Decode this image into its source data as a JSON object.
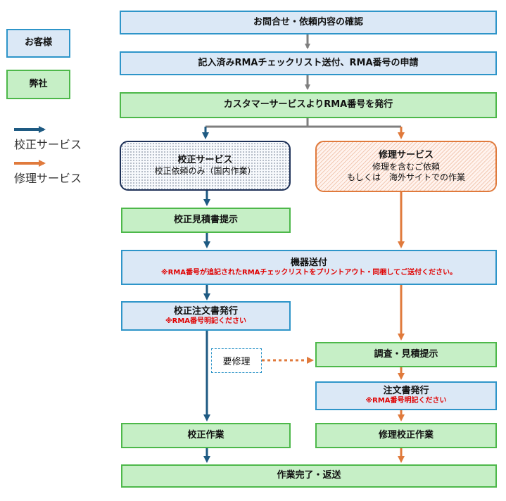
{
  "legend": {
    "customer": "お客様",
    "company": "弊社",
    "calibration_service": "校正サービス",
    "repair_service": "修理サービス"
  },
  "steps": {
    "confirm": "お問合せ・依頼内容の確認",
    "send_checklist": "記入済みRMAチェックリスト送付、RMA番号の申請",
    "issue_rma": "カスタマーサービスよりRMA番号を発行",
    "cal_service_title": "校正サービス",
    "cal_service_desc": "校正依頼のみ（国内作業）",
    "rep_service_title": "修理サービス",
    "rep_service_desc1": "修理を含むご依頼",
    "rep_service_desc2": "もしくは　海外サイトでの作業",
    "cal_quote": "校正見積書提示",
    "ship_title": "機器送付",
    "ship_note": "※RMA番号が追記されたRMAチェックリストをプリントアウト・同梱してご送付ください。",
    "cal_po_title": "校正注文書発行",
    "cal_po_note": "※RMA番号明記ください",
    "repair_needed": "要修理",
    "investigate": "調査・見積提示",
    "rep_po_title": "注文書発行",
    "rep_po_note": "※RMA番号明記ください",
    "cal_work": "校正作業",
    "rep_work": "修理校正作業",
    "complete": "作業完了・返送"
  },
  "colors": {
    "customer_fill": "#dbe8f6",
    "customer_border": "#2e95c9",
    "company_fill": "#c6efc6",
    "company_border": "#4db84a",
    "calibration_arrow": "#1e5a82",
    "repair_arrow": "#e07a3c",
    "common_arrow": "#7f7f7f",
    "note_red": "#e00000"
  }
}
